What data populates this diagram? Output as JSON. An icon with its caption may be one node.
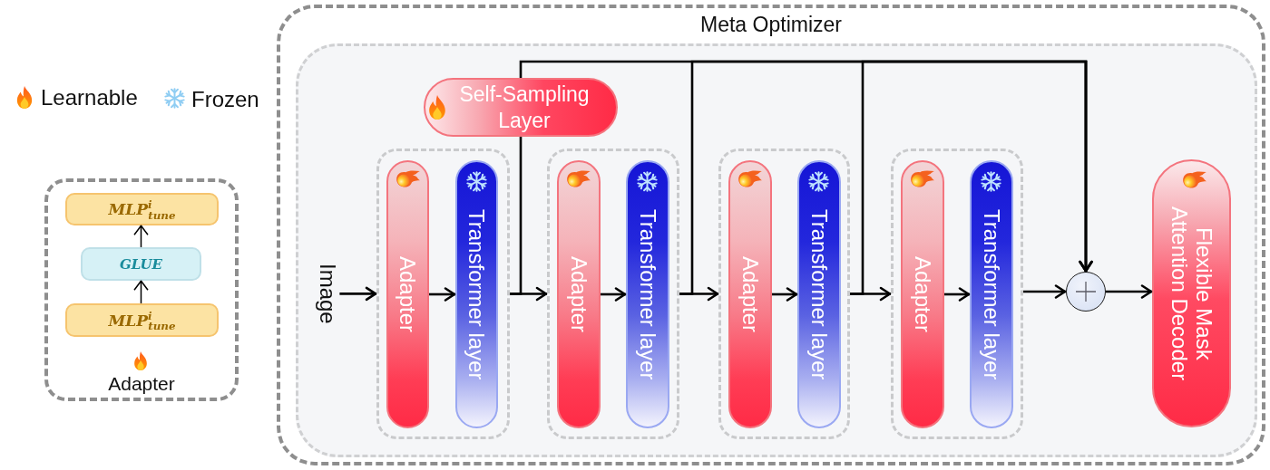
{
  "diagram": {
    "nodes": [
      {
        "text": [
          "Adapter"
        ]
      },
      {
        "text": [
          "MLP$^{i}$$_{tune}$"
        ],
        "in": 0
      },
      {
        "text": [
          "GLUE"
        ],
        "in": 0
      },
      {
        "text": [
          "MLP$^{i}$$_{tune}$"
        ],
        "in": 0
      },
      {
        "text": [
          "Meta Optimizer"
        ]
      },
      {
        "text": [],
        "shape": "box",
        "in": 4
      },
      {
        "text": [
          "Image"
        ],
        "in": 5
      },
      {
        "text": [
          "Self-Sampling Layer"
        ],
        "in": 5
      },
      {
        "text": [],
        "shape": "box",
        "in": 5
      },
      {
        "text": [
          "Adapter"
        ],
        "in": 8
      },
      {
        "text": [
          "Transformer layer"
        ],
        "in": 8
      },
      {
        "text": [],
        "shape": "box",
        "in": 5
      },
      {
        "text": [
          "Adapter"
        ],
        "in": 11
      },
      {
        "text": [
          "Transformer layer"
        ],
        "in": 11
      },
      {
        "text": [],
        "shape": "box",
        "in": 5
      },
      {
        "text": [
          "Adapter"
        ],
        "in": 14
      },
      {
        "text": [
          "Transformer layer"
        ],
        "in": 14
      },
      {
        "text": [],
        "shape": "box",
        "in": 5
      },
      {
        "text": [
          "Adapter"
        ],
        "in": 17
      },
      {
        "text": [
          "Transformer layer"
        ],
        "in": 17
      },
      {
        "text": [],
        "shape": "circle",
        "in": 5
      },
      {
        "text": [
          "Flexible Mask Attention Decoder"
        ],
        "in": 5
      }
    ],
    "edges": [
      {
        "from": 3,
        "to": 2,
        "arrow": "to"
      },
      {
        "from": 2,
        "to": 1,
        "arrow": "to"
      },
      {
        "from": 6,
        "to": 8,
        "arrow": "to"
      },
      {
        "from": 9,
        "to": 10,
        "arrow": "to"
      },
      {
        "from": 8,
        "to": 11,
        "arrow": "to"
      },
      {
        "from": 12,
        "to": 13,
        "arrow": "to"
      },
      {
        "from": 11,
        "to": 14,
        "arrow": "to"
      },
      {
        "from": 15,
        "to": 16,
        "arrow": "to"
      },
      {
        "from": 14,
        "to": 17,
        "arrow": "to"
      },
      {
        "from": 18,
        "to": 19,
        "arrow": "to"
      },
      {
        "from": 17,
        "to": 20,
        "arrow": "to"
      },
      {
        "from": 20,
        "to": 21,
        "arrow": "to"
      },
      {
        "from": 8,
        "to": 7,
        "arrow": "none"
      },
      {
        "from": 7,
        "to": 20,
        "arrow": "to"
      },
      {
        "from": 11,
        "to": 20,
        "arrow": "to"
      },
      {
        "from": 14,
        "to": 20,
        "arrow": "to"
      }
    ],
    "legend": [
      {
        "text": "Learnable"
      },
      {
        "text": "Frozen"
      }
    ]
  }
}
